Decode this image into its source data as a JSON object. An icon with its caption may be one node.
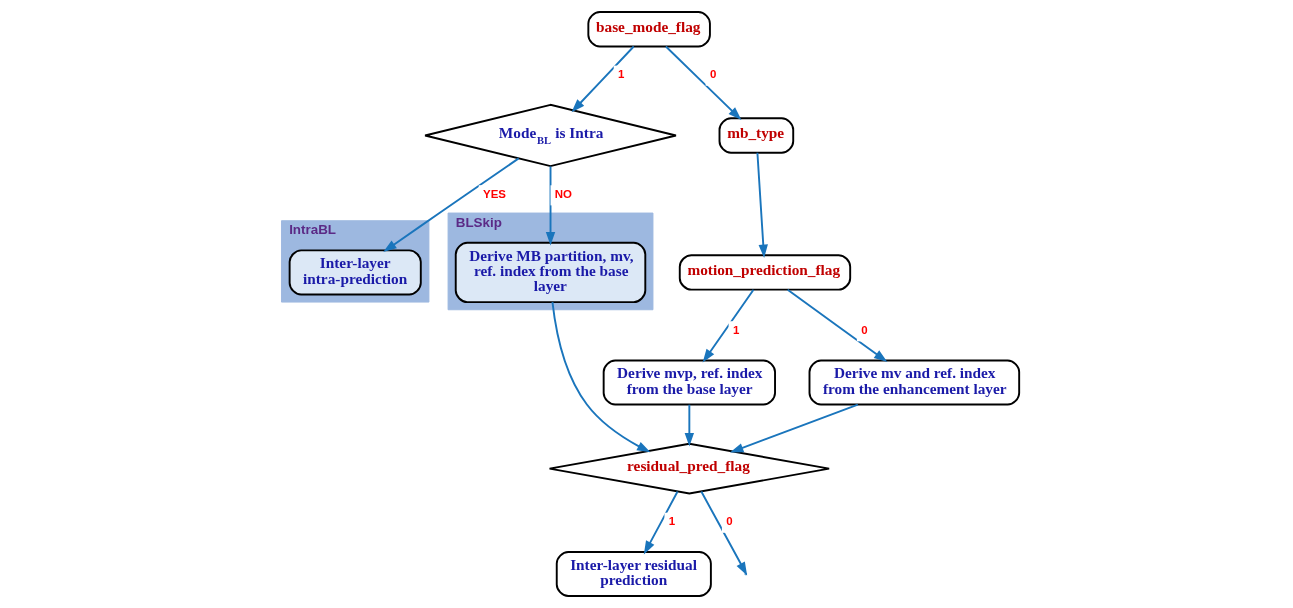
{
  "diagram": {
    "nodes": [
      {
        "text": [
          "base_mode_flag"
        ]
      },
      {
        "text": [
          "Mode$_{BL}$ is Intra"
        ]
      },
      {
        "text": [
          "IntraBL"
        ]
      },
      {
        "text": [
          "Inter-layer intra-prediction"
        ],
        "in": 2
      },
      {
        "text": [
          "BLSkip"
        ]
      },
      {
        "text": [
          "Derive MB partition, mv, ref. index from the base layer"
        ],
        "in": 4
      },
      {
        "text": [
          "mb_type"
        ]
      },
      {
        "text": [
          "motion_prediction_flag"
        ]
      },
      {
        "text": [
          "Derive mvp, ref. index from the base layer"
        ]
      },
      {
        "text": [
          "Derive mv and ref. index from the enhancement layer"
        ]
      },
      {
        "text": [
          "residual_pred_flag"
        ]
      },
      {
        "text": [
          "Inter-layer residual prediction"
        ]
      }
    ],
    "edges": [
      {
        "from": 0,
        "to": 1,
        "arrow": "to",
        "label": "1"
      },
      {
        "from": 0,
        "to": 6,
        "arrow": "to",
        "label": "0"
      },
      {
        "from": 1,
        "to": 3,
        "arrow": "to",
        "label": "YES"
      },
      {
        "from": 1,
        "to": 5,
        "arrow": "to",
        "label": "NO"
      },
      {
        "from": 6,
        "to": 7,
        "arrow": "to"
      },
      {
        "from": 7,
        "to": 8,
        "arrow": "to",
        "label": "1"
      },
      {
        "from": 7,
        "to": 9,
        "arrow": "to",
        "label": "0"
      },
      {
        "from": 5,
        "to": 10,
        "arrow": "to"
      },
      {
        "from": 8,
        "to": 10,
        "arrow": "to"
      },
      {
        "from": 9,
        "to": 10,
        "arrow": "to"
      },
      {
        "from": 10,
        "to": 11,
        "arrow": "to",
        "label": "1"
      },
      {
        "from": 10,
        "to": null,
        "arrow": "to",
        "label": "0"
      }
    ]
  }
}
